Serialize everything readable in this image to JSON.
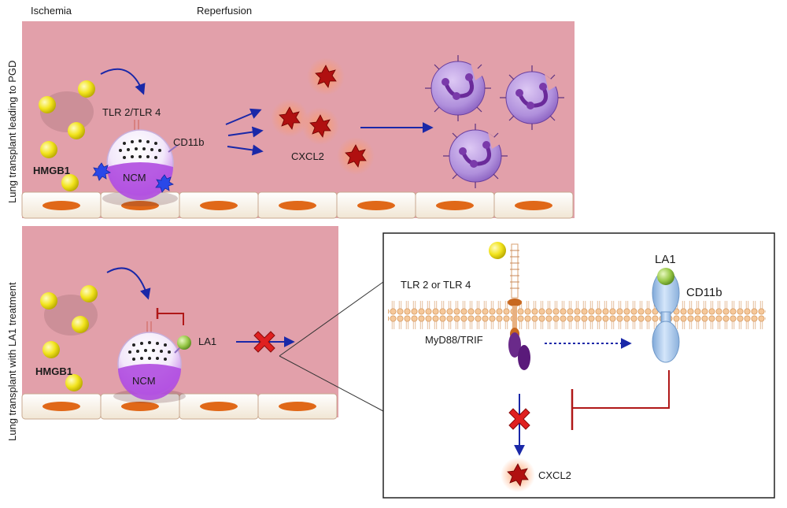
{
  "labels": {
    "ischemia": "Ischemia",
    "reperfusion": "Reperfusion",
    "panel1_side": "Lung transplant leading to PGD",
    "panel2_side": "Lung transplant with LA1 treatment",
    "tlr_top": "TLR 2/TLR 4",
    "cd11b_top": "CD11b",
    "hmgb1_top": "HMGB1",
    "ncm_top": "NCM",
    "cxcl2_top": "CXCL2",
    "la1_mid": "LA1",
    "hmgb1_mid": "HMGB1",
    "ncm_mid": "NCM",
    "inset_tlr": "TLR 2   or  TLR 4",
    "inset_myd": "MyD88/TRIF",
    "inset_la1": "LA1",
    "inset_cd11b": "CD11b",
    "inset_cxcl2": "CXCL2"
  },
  "colors": {
    "tissue": "#e2a0aa",
    "hmgb1": "#f0e020",
    "ncm_membrane": "#b060e0",
    "cxcl2": "#b01010",
    "activation_arrow": "#1a28a8",
    "inhibition": "#b01818",
    "la1": "#90c040",
    "cd11b": "#a8c8ec",
    "myd88": "#6a2a8a"
  },
  "icons": {
    "block": "red-x-block-icon",
    "chemokine": "star-icon",
    "neutrophil": "neutrophil-cell-icon"
  }
}
